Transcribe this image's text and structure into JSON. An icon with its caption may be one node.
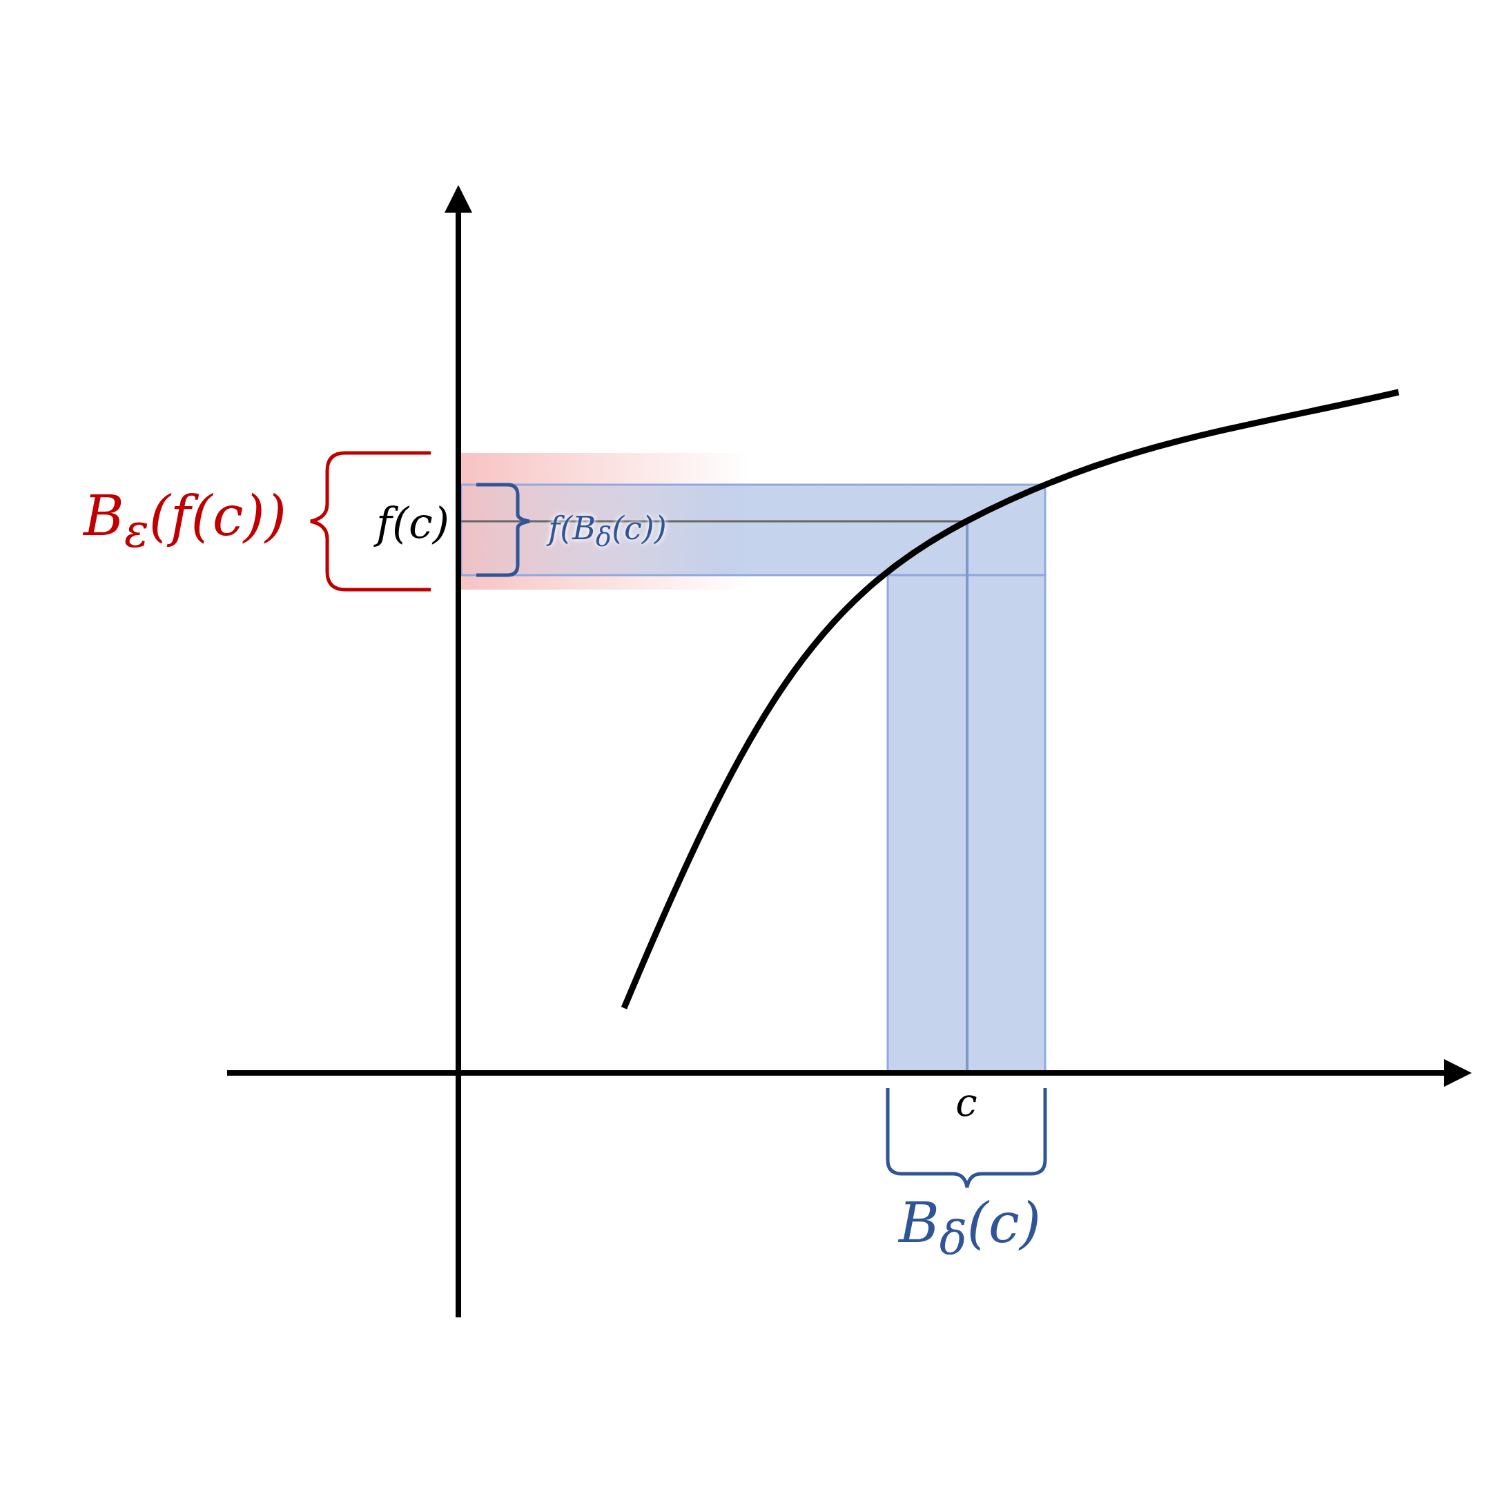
{
  "diagram": {
    "labels": [
      "B$_{ε}$(f(c))",
      "f(c)",
      "f(B$_{δ}$(c))",
      "c",
      "B$_{δ}$(c)"
    ]
  }
}
